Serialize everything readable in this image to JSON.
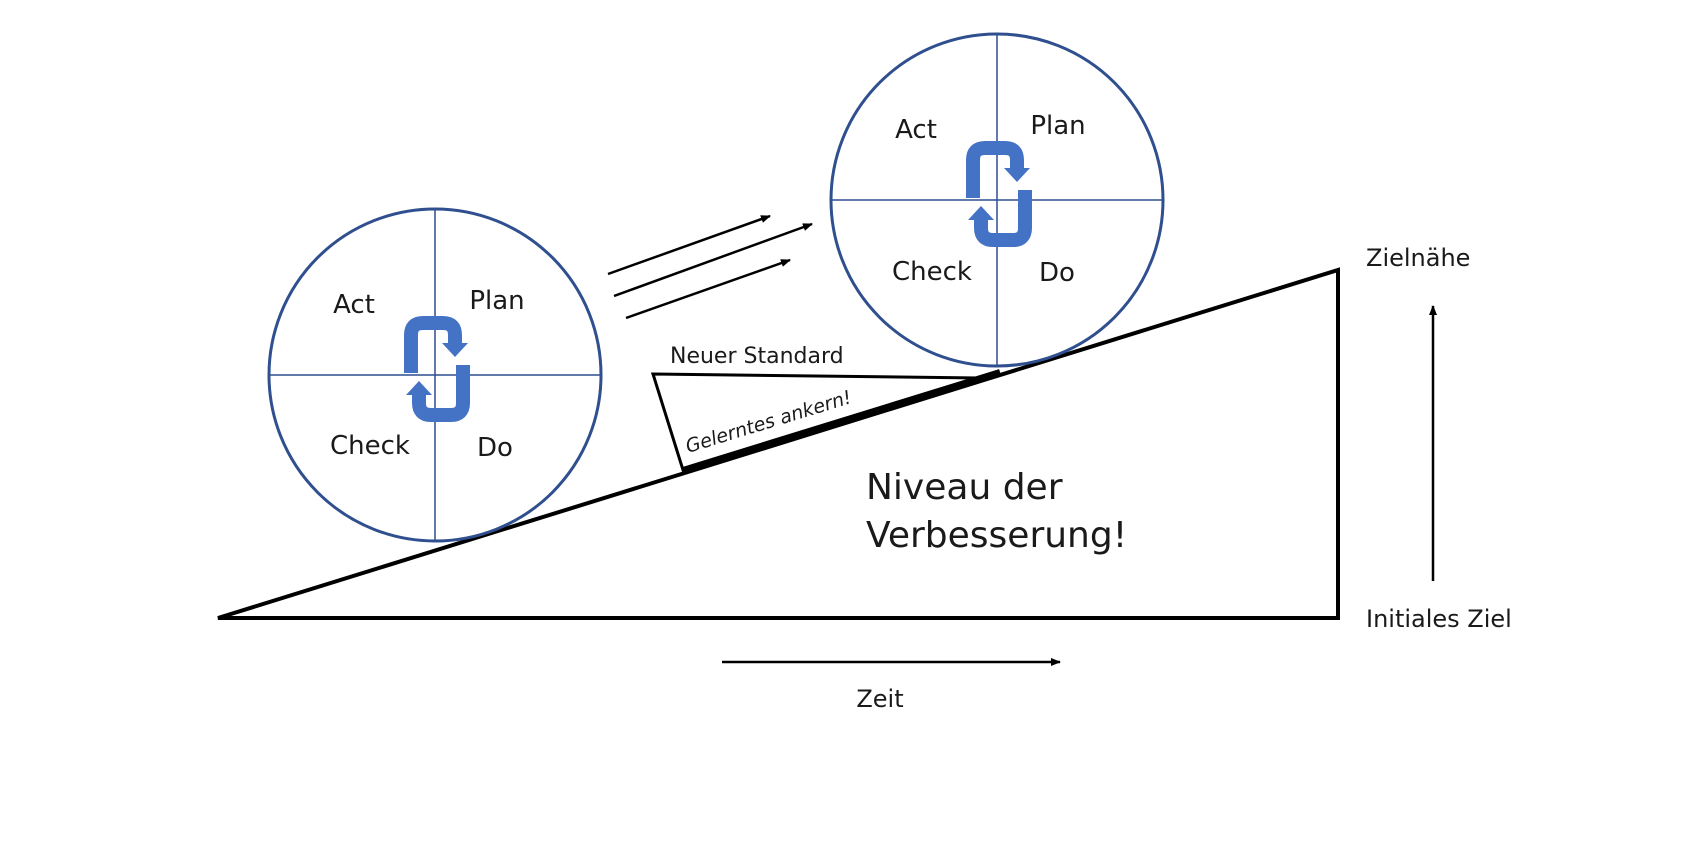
{
  "colors": {
    "circle_stroke": "#2f4f8f",
    "cycle_arrow": "#4472c4",
    "line": "#000000",
    "text": "#1a1a1a"
  },
  "cycle_icon": "pdca-cycle-arrows-icon",
  "pdca_left": {
    "plan": "Plan",
    "do": "Do",
    "check": "Check",
    "act": "Act"
  },
  "pdca_right": {
    "plan": "Plan",
    "do": "Do",
    "check": "Check",
    "act": "Act"
  },
  "labels": {
    "new_standard": "Neuer Standard",
    "anchor": "Gelerntes ankern!",
    "level_line1": "Niveau der",
    "level_line2": "Verbesserung!",
    "goal_top": "Zielnähe",
    "goal_initial": "Initiales Ziel",
    "time": "Zeit"
  }
}
